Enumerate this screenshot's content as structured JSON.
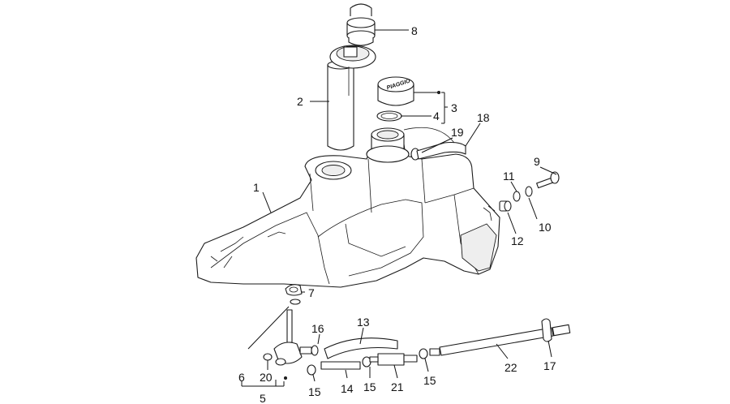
{
  "callouts": {
    "c1": "1",
    "c2": "2",
    "c3": "3",
    "c4": "4",
    "c5": "5",
    "c6": "6",
    "c7": "7",
    "c8": "8",
    "c9": "9",
    "c10": "10",
    "c11": "11",
    "c12": "12",
    "c13": "13",
    "c14": "14",
    "c15a": "15",
    "c15b": "15",
    "c15c": "15",
    "c16": "16",
    "c17": "17",
    "c18": "18",
    "c19": "19",
    "c20": "20",
    "c21": "21",
    "c22": "22"
  },
  "cap_logo": "PIAGGIO"
}
